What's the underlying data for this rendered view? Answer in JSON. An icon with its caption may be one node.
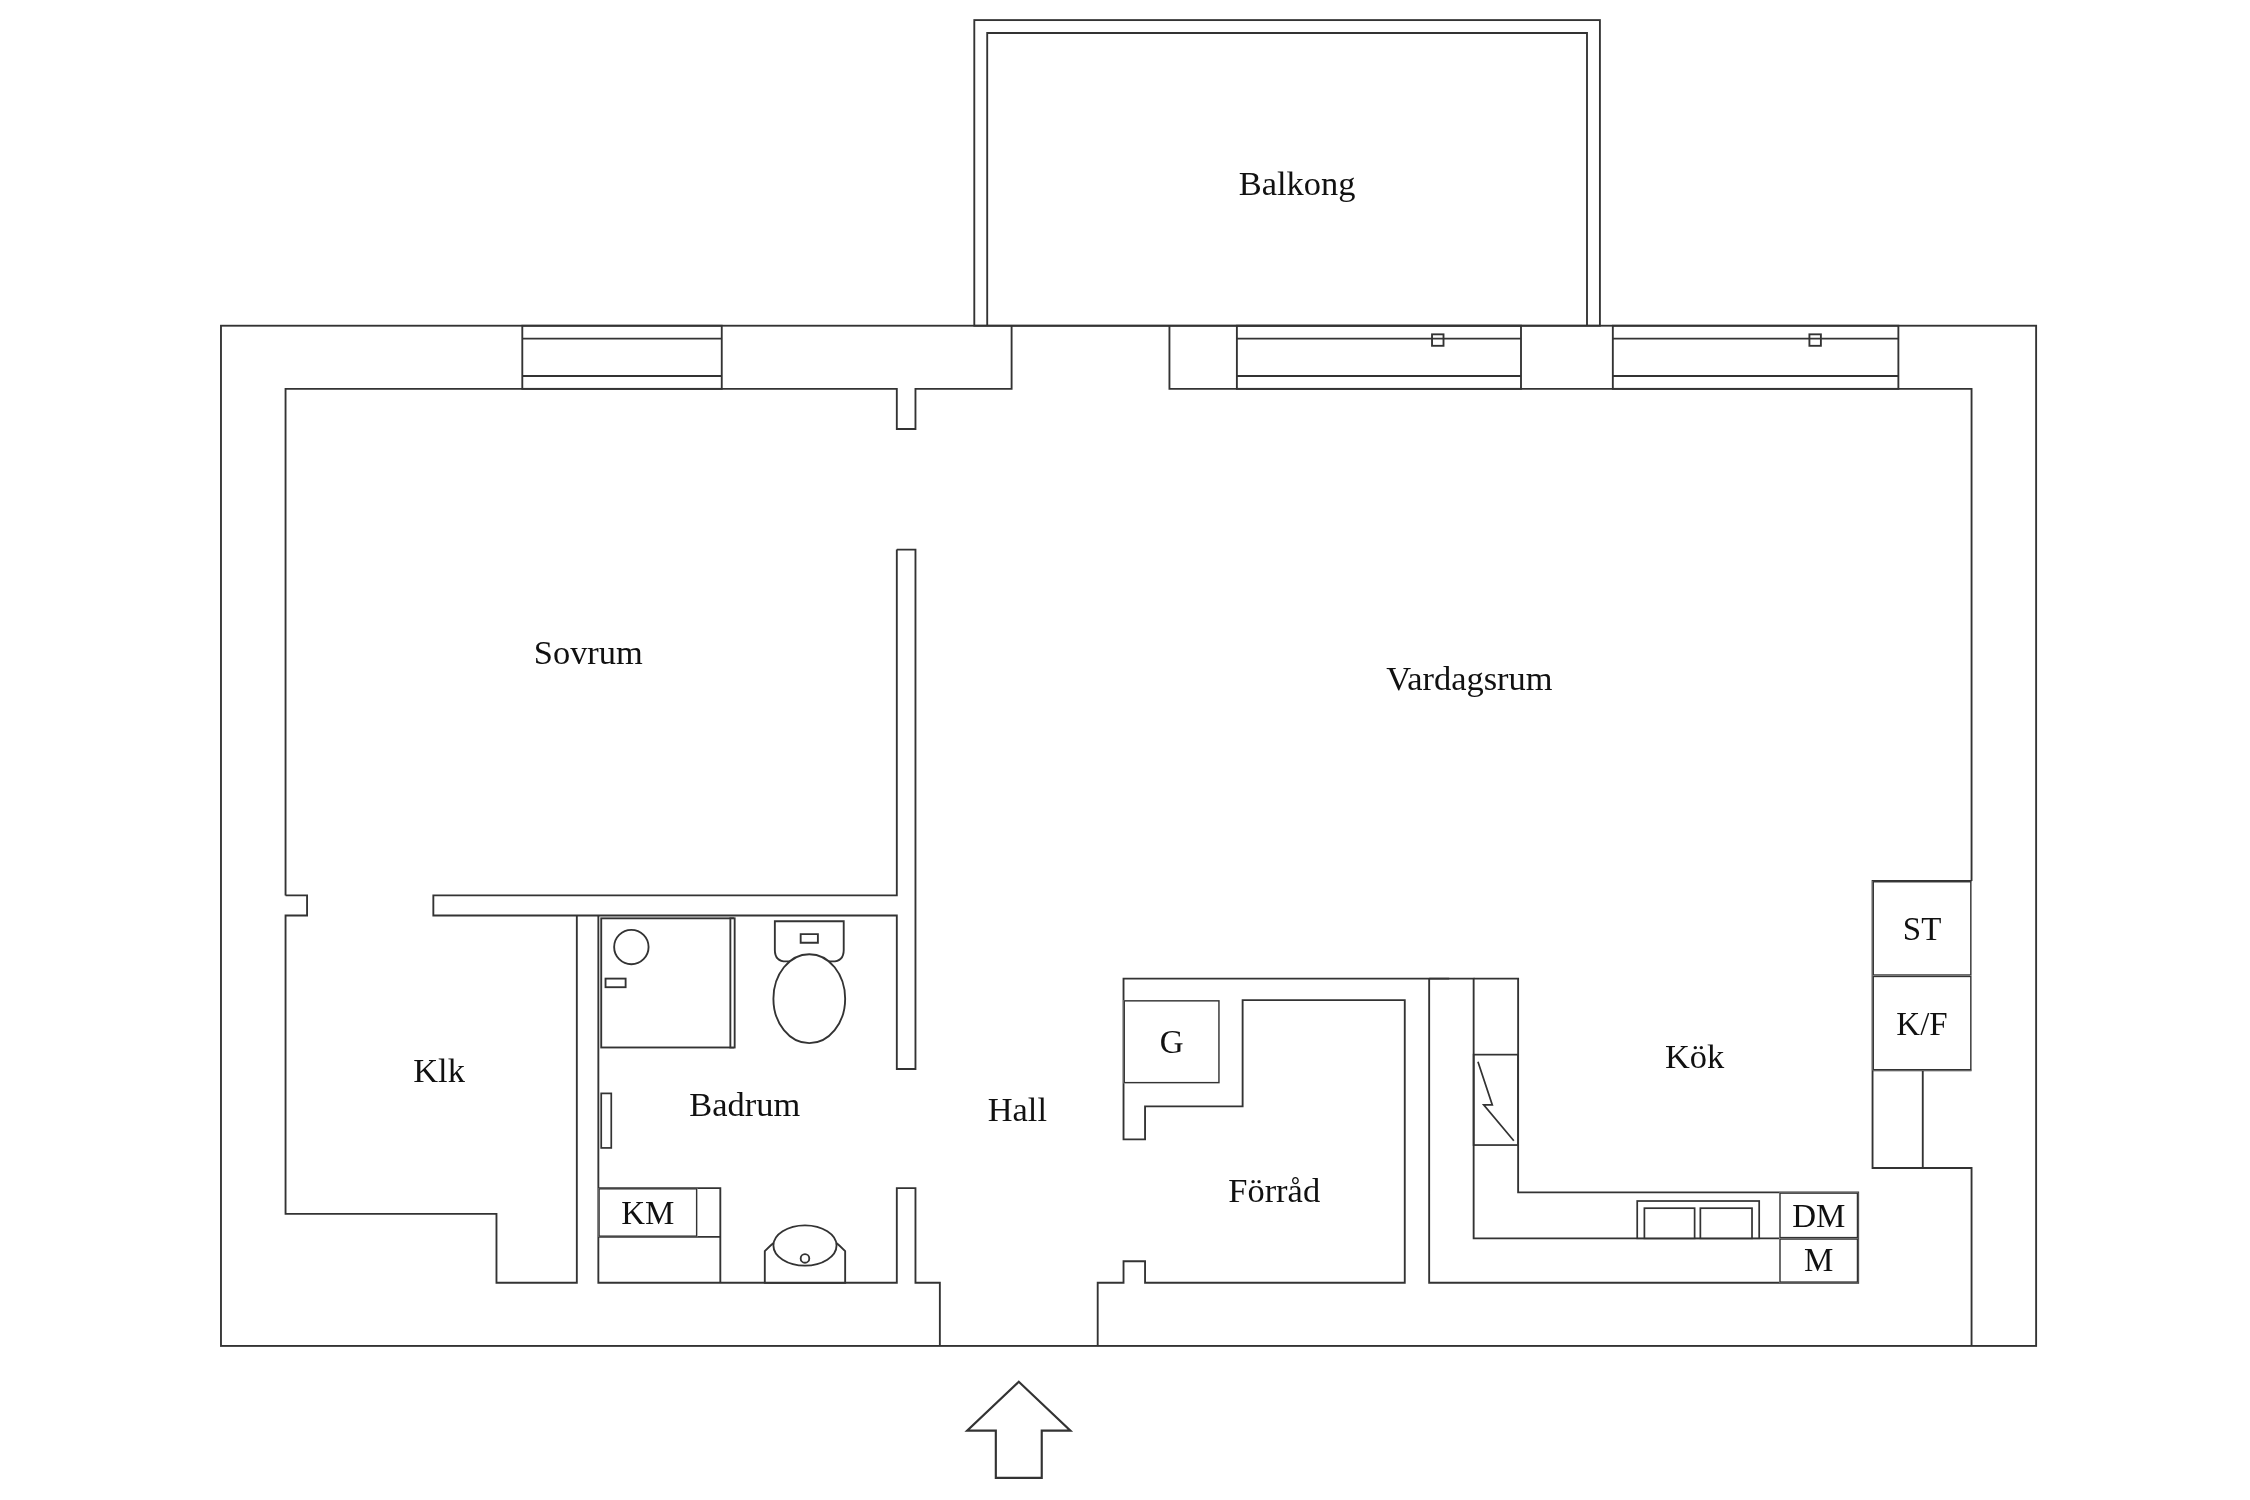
{
  "diagram": {
    "nodes": [
      {
        "text": [
          "Balkong"
        ]
      },
      {
        "text": [
          "Sovrum"
        ]
      },
      {
        "text": [
          "Vardagsrum"
        ]
      },
      {
        "text": [
          "ST"
        ]
      },
      {
        "text": [
          "K/F"
        ]
      },
      {
        "text": [
          "G"
        ]
      },
      {
        "text": [
          "Kök"
        ]
      },
      {
        "text": [
          "Klk"
        ]
      },
      {
        "text": [
          "Badrum"
        ]
      },
      {
        "text": [
          "Hall"
        ]
      },
      {
        "text": [
          "Förråd"
        ]
      },
      {
        "text": [
          "KM"
        ]
      },
      {
        "text": [
          "DM"
        ]
      },
      {
        "text": [
          "M"
        ]
      }
    ]
  }
}
